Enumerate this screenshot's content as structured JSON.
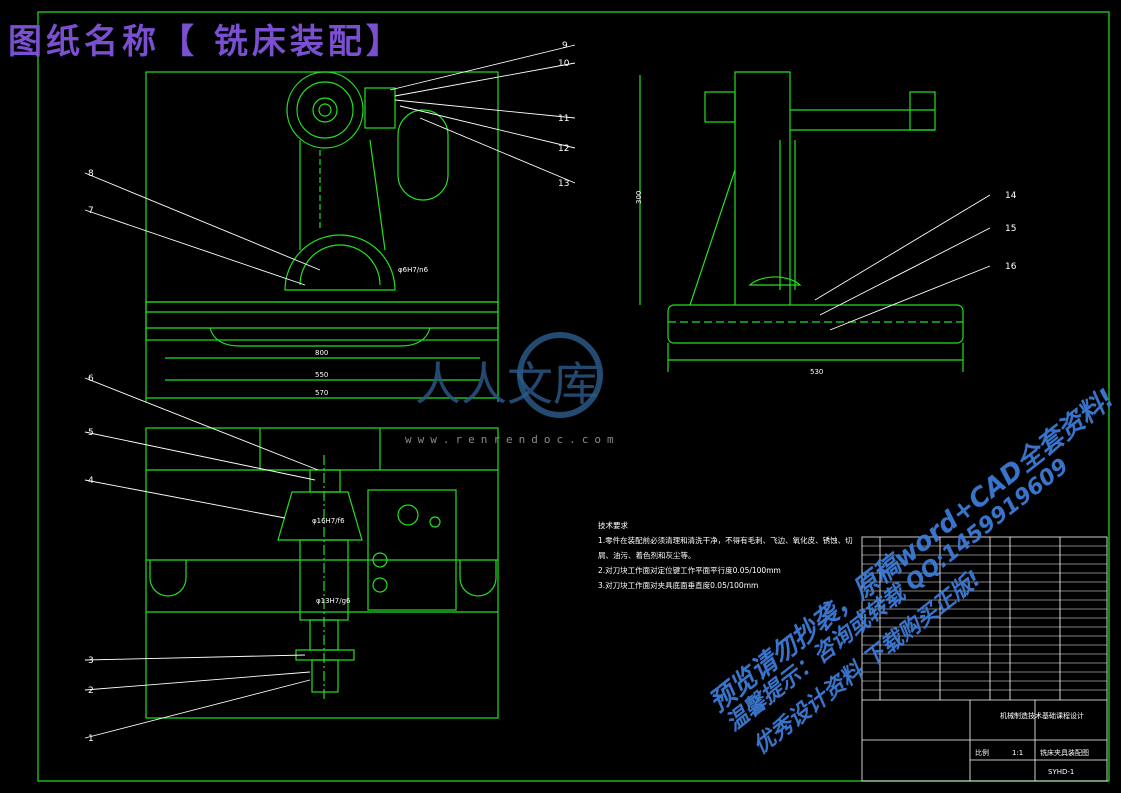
{
  "banner": {
    "title": "图纸名称【 铣床装配】"
  },
  "balloons": [
    "1",
    "2",
    "3",
    "4",
    "5",
    "6",
    "7",
    "8",
    "9",
    "10",
    "11",
    "12",
    "13",
    "14",
    "15",
    "16"
  ],
  "dimensions": {
    "d_top": "800",
    "d_mid": "550",
    "d_base": "570",
    "d_side": "530",
    "d_height": "300"
  },
  "fit_labels": {
    "f1": "φ6H7/n6",
    "f2": "φ16H7/f6",
    "f3": "φ13H7/g6"
  },
  "notes": {
    "heading": "技术要求",
    "lines": [
      "1.零件在装配前必须清理和清洗干净，不得有毛刺、飞边、氧化皮、锈蚀、切",
      "  屑、油污、着色剂和灰尘等。",
      "2.对刀块工作面对定位键工作平面平行度0.05/100mm",
      "3.对刀块工作面对夹具底面垂直度0.05/100mm"
    ]
  },
  "watermark": {
    "brand": "人人文库",
    "url": "www.renrendoc.com",
    "line1": "预览请勿抄袭，原稿word+CAD全套资料!",
    "line2": "温馨提示：咨询或转载 QQ:1459919609",
    "line3": "优秀设计资料 下载购买正版!"
  },
  "title_block": {
    "drawing_title": "铣床夹具装配图",
    "code": "SYHD-1",
    "school": "机械制造技术基础课程设计",
    "scale_label": "比例",
    "scale": "1:1"
  }
}
